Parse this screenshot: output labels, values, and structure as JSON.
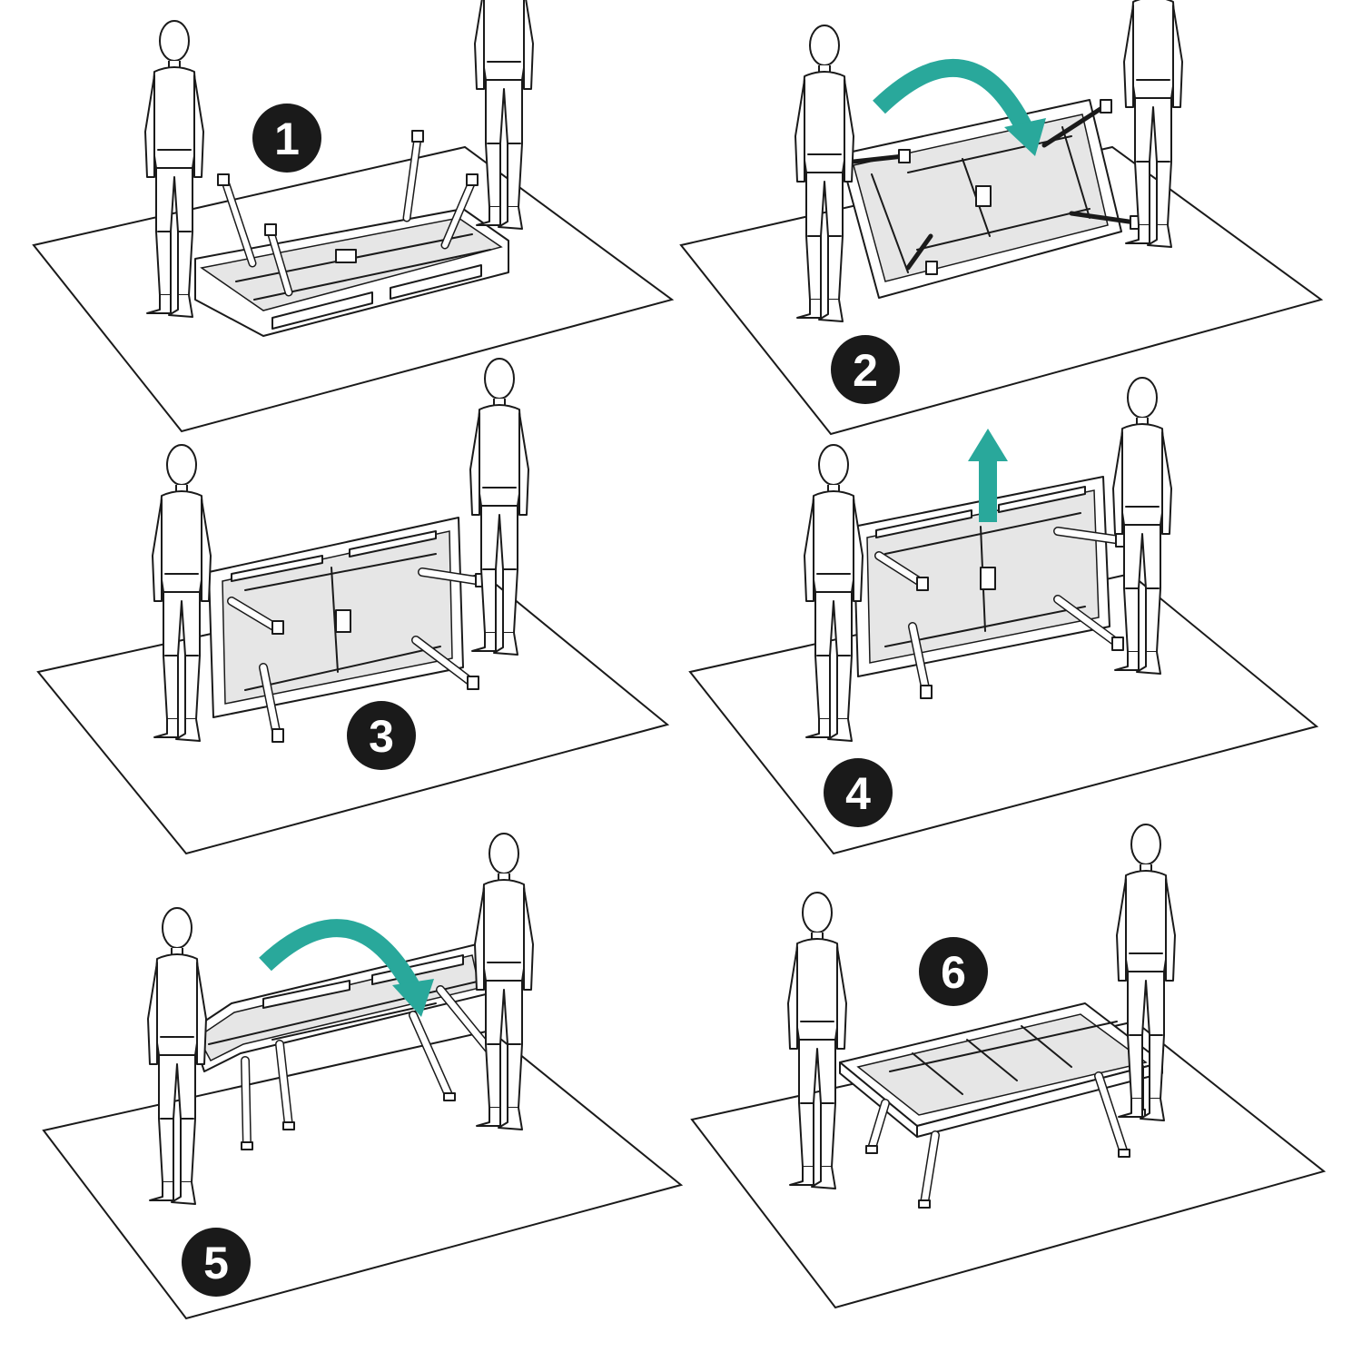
{
  "colors": {
    "arrow": "#29a89b",
    "badge": "#1a1a1a",
    "line": "#1a1a1a",
    "background": "#ffffff"
  },
  "steps": [
    {
      "number": "1",
      "table_state": "upside-down-on-floor",
      "arrow": "none"
    },
    {
      "number": "2",
      "table_state": "tilted-on-long-side",
      "arrow": "flip-curve"
    },
    {
      "number": "3",
      "table_state": "standing-on-edge",
      "arrow": "none"
    },
    {
      "number": "4",
      "table_state": "standing-on-edge-lifted",
      "arrow": "up"
    },
    {
      "number": "5",
      "table_state": "rotating-onto-legs",
      "arrow": "flip-curve"
    },
    {
      "number": "6",
      "table_state": "upright-on-legs",
      "arrow": "none"
    }
  ]
}
